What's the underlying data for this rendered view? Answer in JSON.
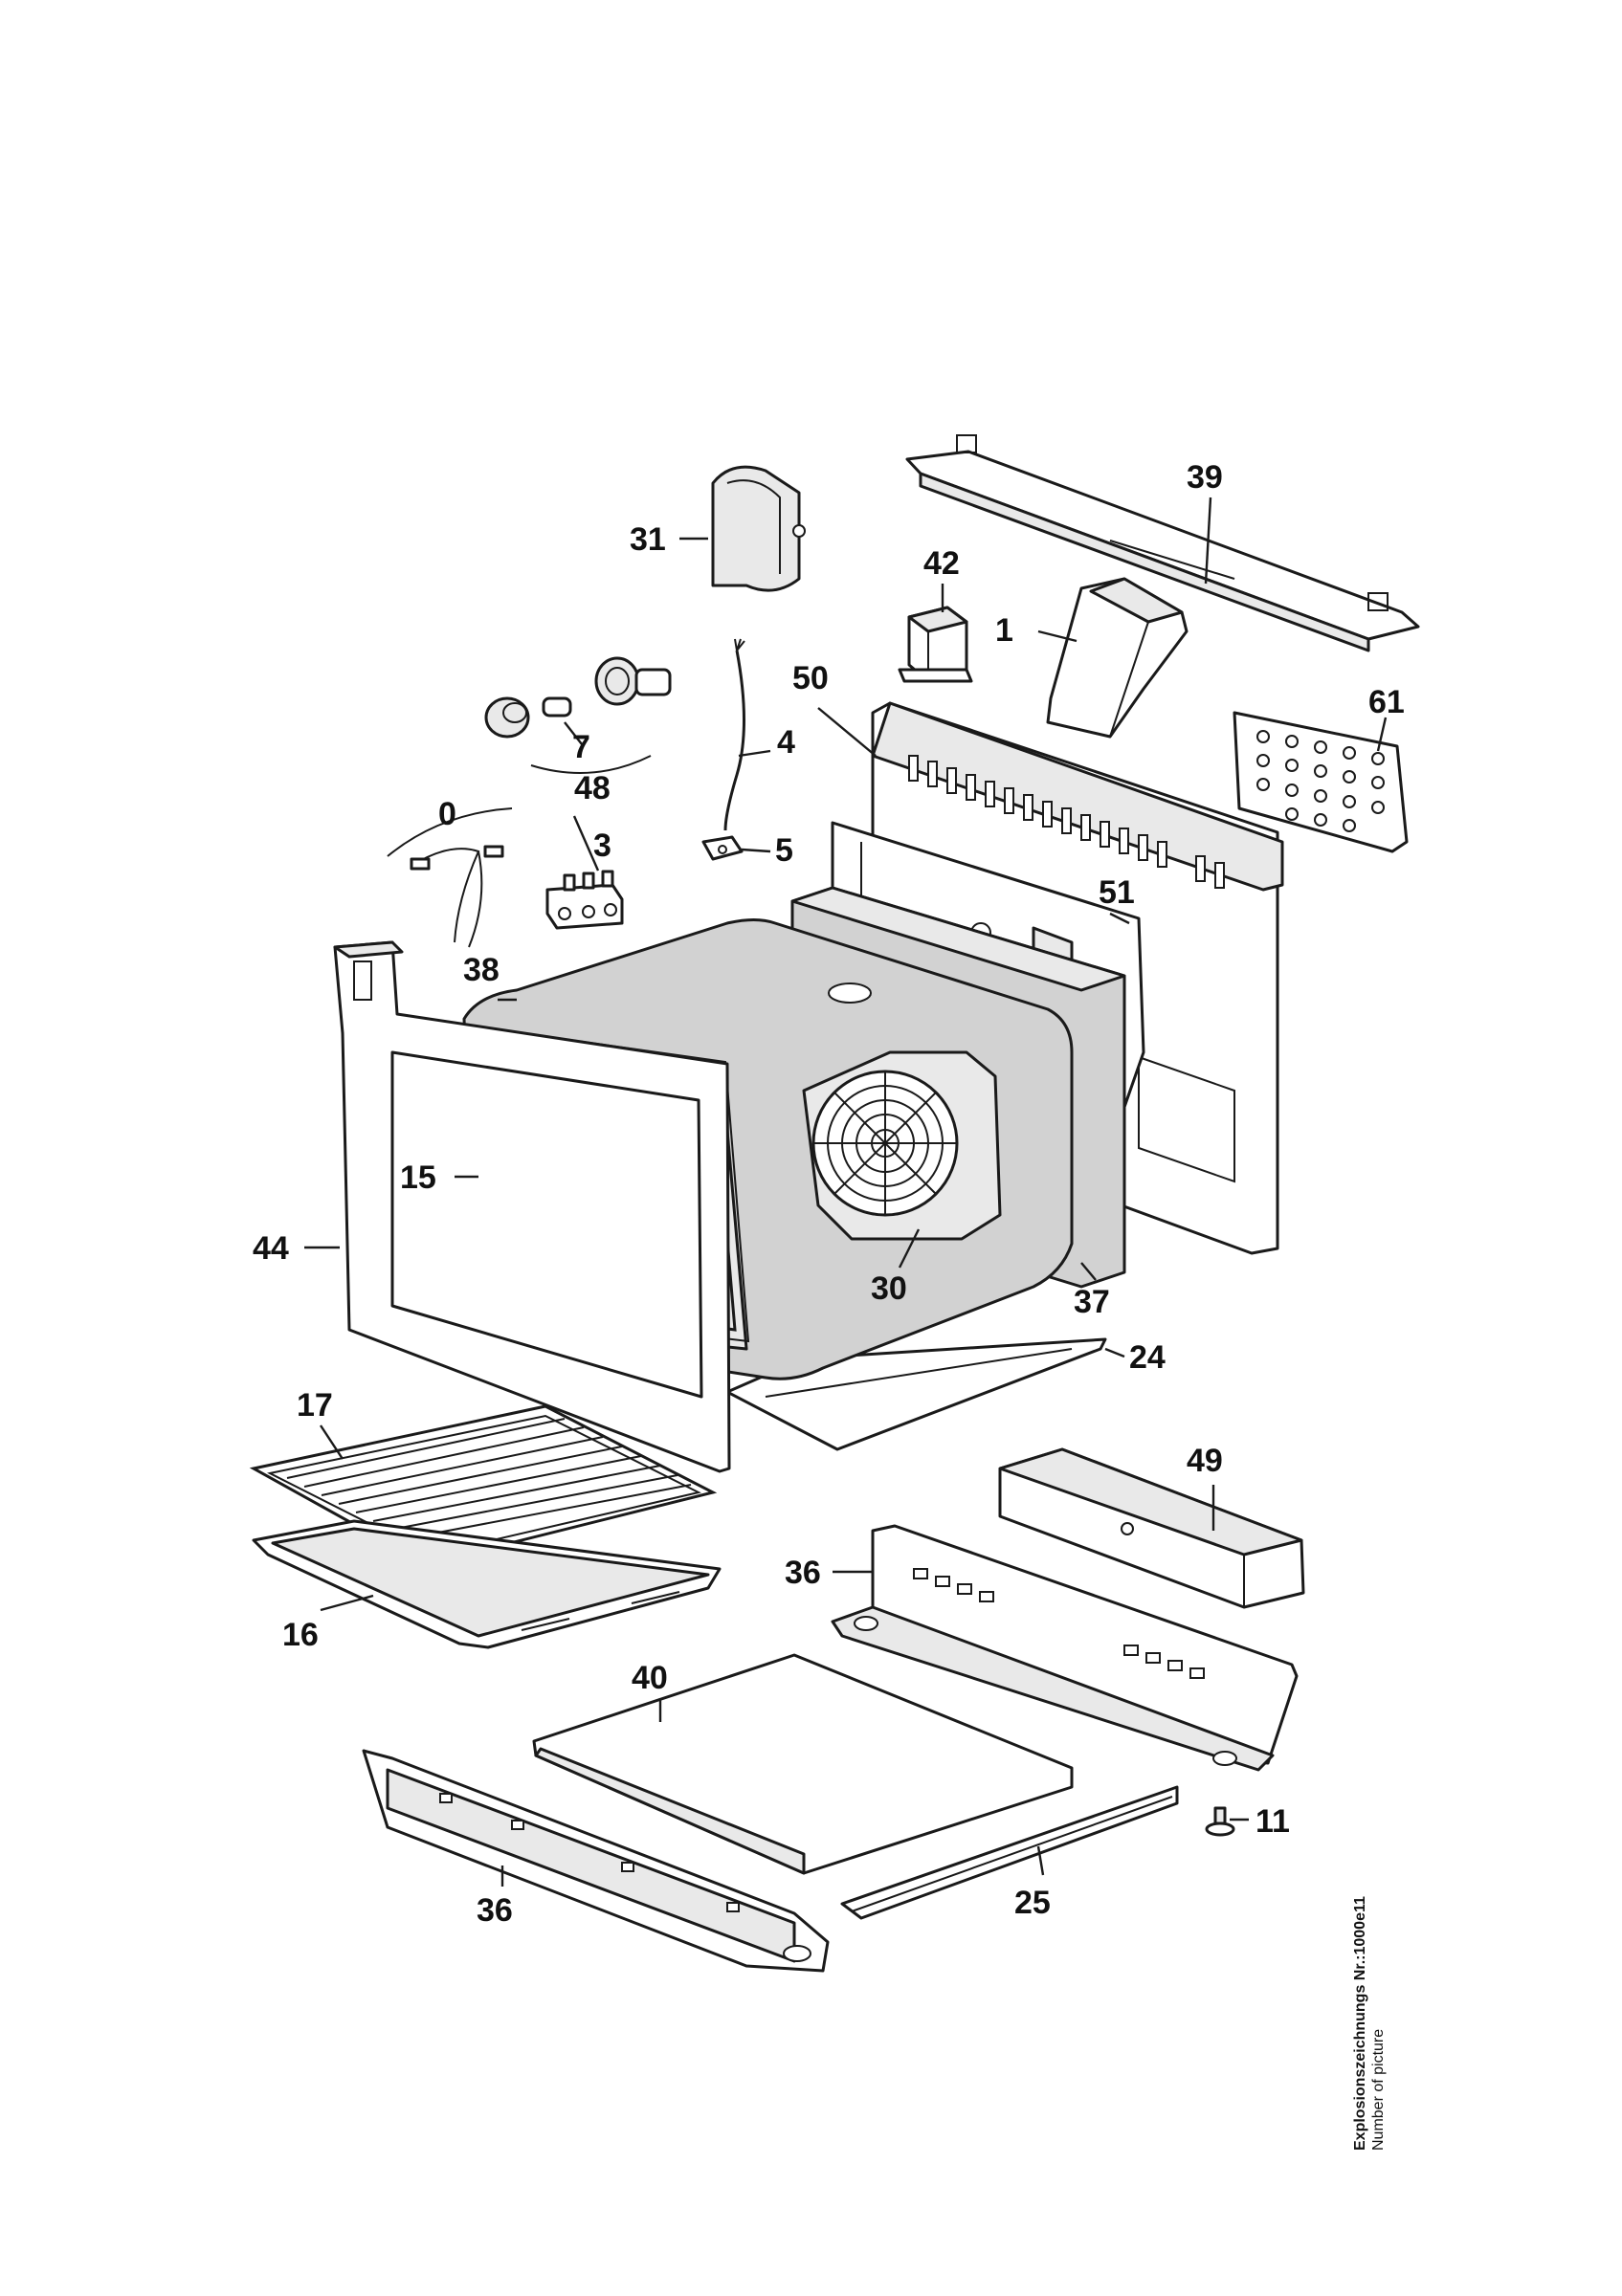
{
  "callouts": {
    "c0": "0",
    "c1": "1",
    "c3": "3",
    "c4": "4",
    "c5": "5",
    "c7": "7",
    "c11": "11",
    "c15": "15",
    "c16": "16",
    "c17": "17",
    "c24": "24",
    "c25": "25",
    "c30": "30",
    "c31": "31",
    "c36a": "36",
    "c36b": "36",
    "c37": "37",
    "c38": "38",
    "c39": "39",
    "c40": "40",
    "c42": "42",
    "c44": "44",
    "c48": "48",
    "c49": "49",
    "c50": "50",
    "c51": "51",
    "c61": "61"
  },
  "caption": {
    "line1": "Explosionszeichnungs Nr.:1000e11",
    "line2": "Number of picture"
  }
}
